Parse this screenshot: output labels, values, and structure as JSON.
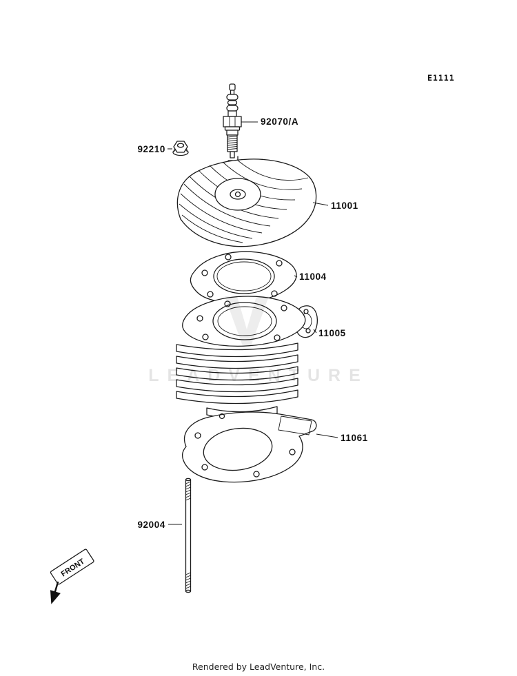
{
  "doc": {
    "code": "E1111",
    "watermark": "LEADVENTURE",
    "front": "FRONT",
    "footer": "Rendered by LeadVenture, Inc."
  },
  "labels": {
    "spark_plug": "92070/A",
    "nut": "92210",
    "cylinder_head": "11001",
    "head_gasket": "11004",
    "cylinder": "11005",
    "base_gasket": "11061",
    "stud": "92004"
  },
  "colors": {
    "line": "#1c1c1c",
    "background": "#ffffff",
    "watermark": "#bfbfbf"
  }
}
